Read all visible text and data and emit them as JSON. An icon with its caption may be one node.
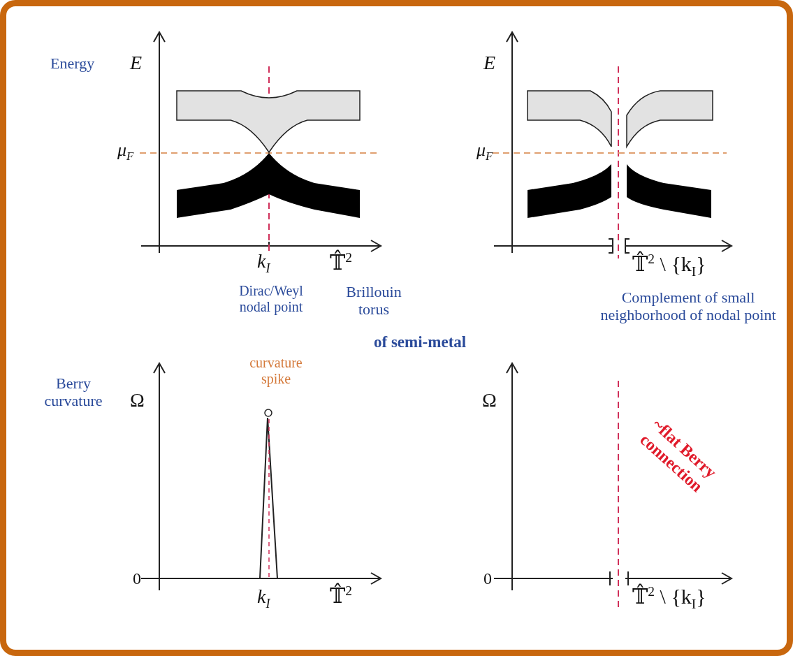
{
  "diagram": {
    "labels": [
      "Energy",
      "E",
      "E",
      "μ$_{F}$",
      "μ$_{F}$",
      "k$_{I}$",
      "𝕋̂$^{2}$",
      "𝕋̂$^{2}$ \\ {k$_{I}$}",
      "Dirac/Weyl nodal point",
      "Brillouin torus",
      "Complement of small neighborhood of nodal point",
      "of semi-metal",
      "curvature spike",
      "Berry curvature",
      "Ω",
      "Ω",
      "~flat Berry connection",
      "0",
      "0",
      "k$_{I}$",
      "𝕋̂$^{2}$",
      "𝕋̂$^{2}$ \\ {k$_{I}$}"
    ]
  }
}
